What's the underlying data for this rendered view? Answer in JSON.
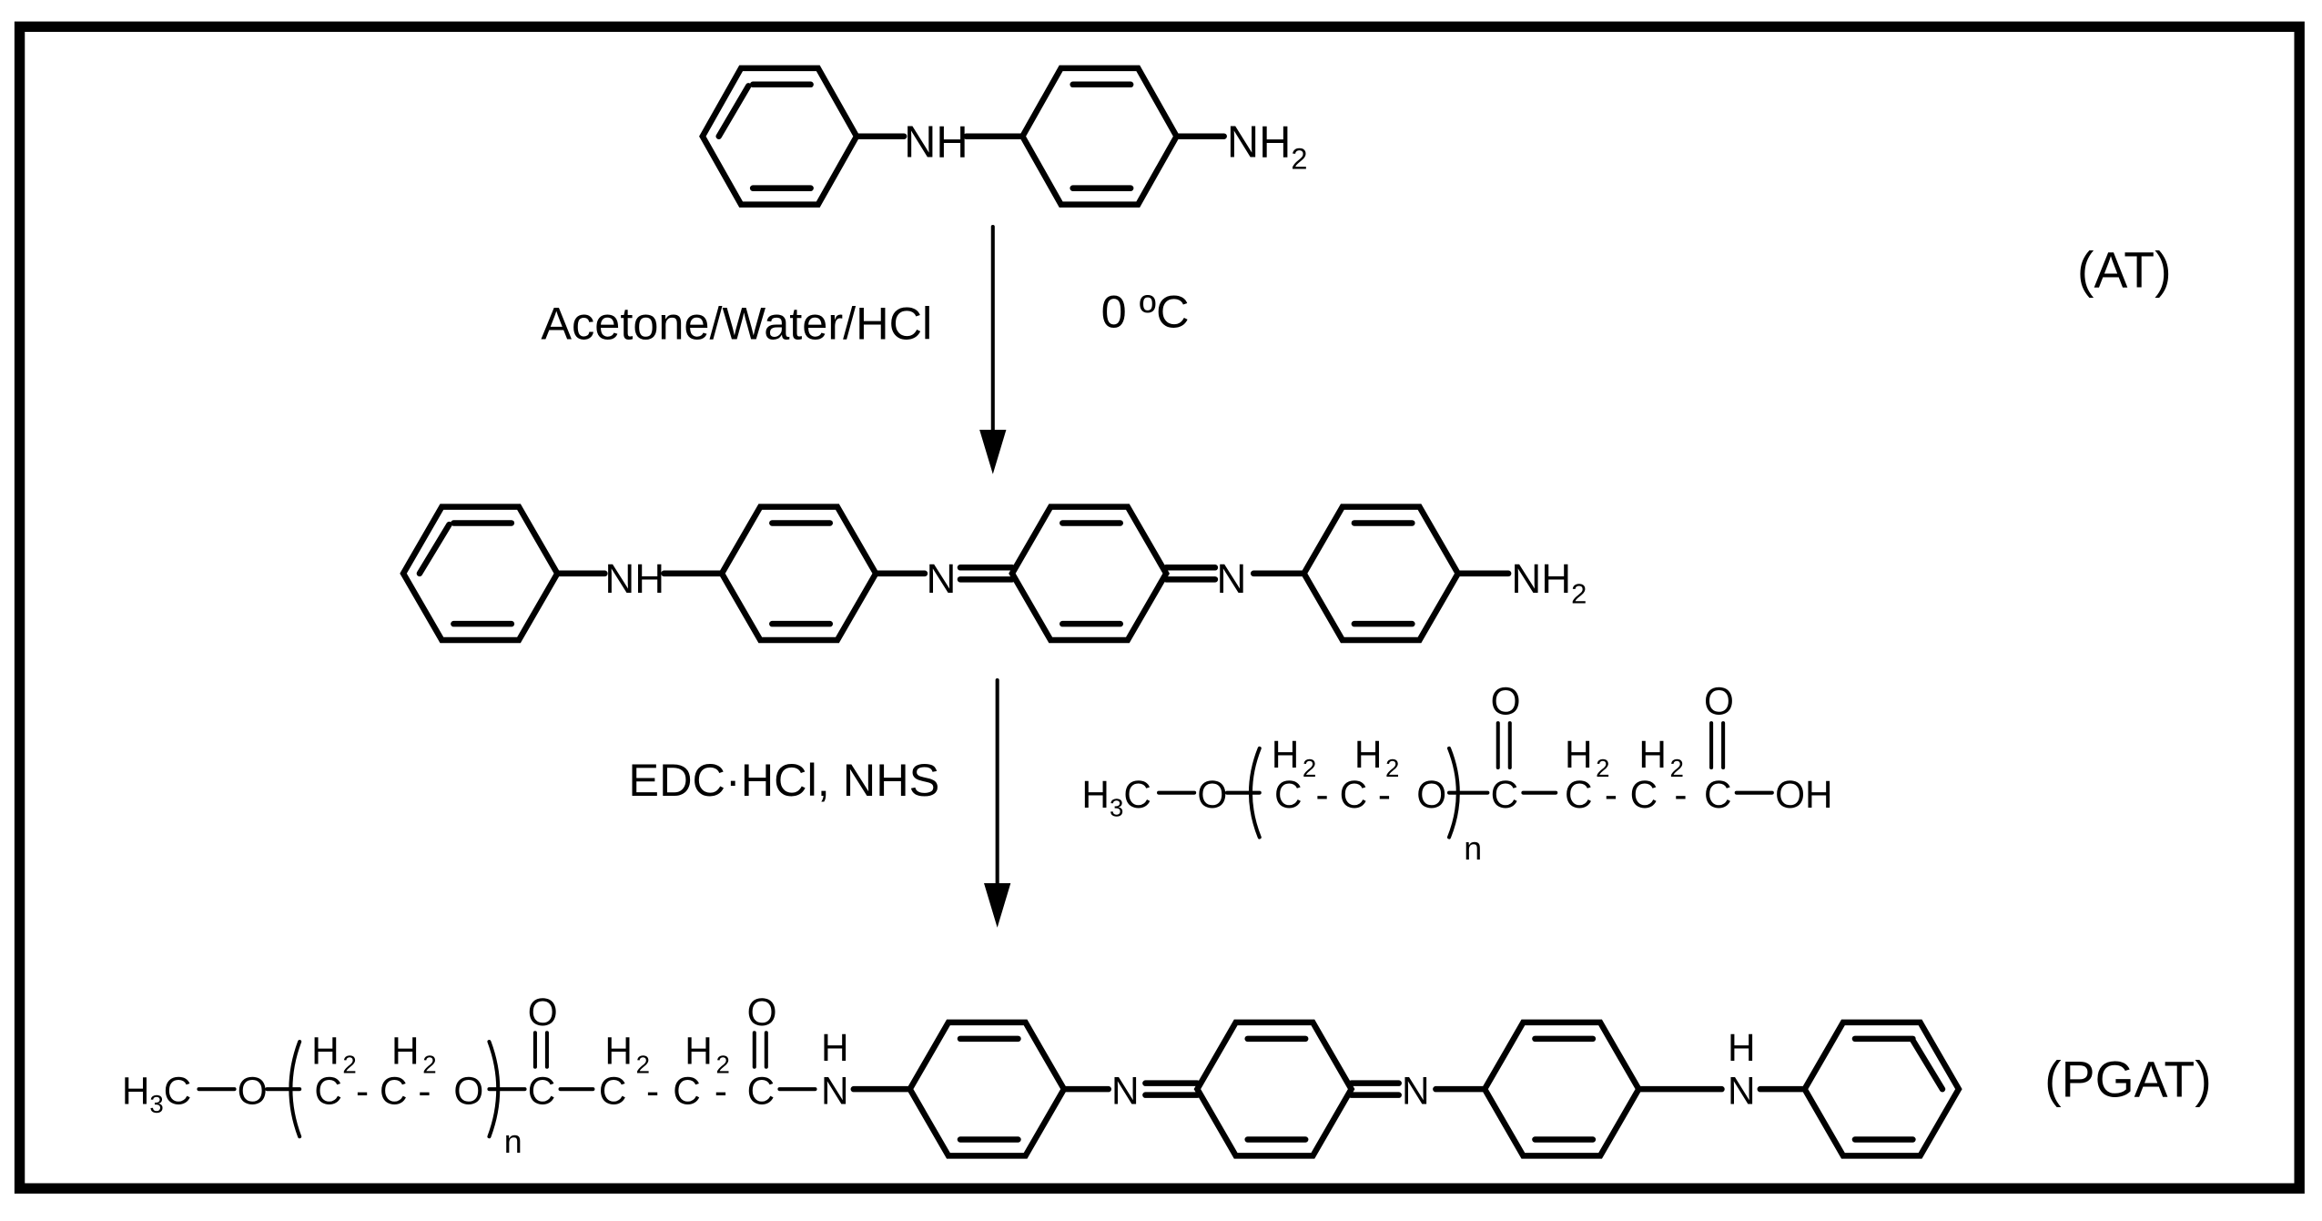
{
  "labels": {
    "at": "(AT)",
    "pgat": "(PGAT)",
    "reagents1": "Acetone/Water/HCl",
    "temperature": "0 ºC",
    "reagents2": "EDC·HCl, NHS"
  },
  "atoms": {
    "nh": "NH",
    "nh2": "NH",
    "two": "2",
    "three": "3",
    "n": "N",
    "h": "H",
    "h2": "H",
    "c": "C",
    "o": "O",
    "oh": "OH",
    "repeat_n": "n",
    "dash": "-"
  }
}
